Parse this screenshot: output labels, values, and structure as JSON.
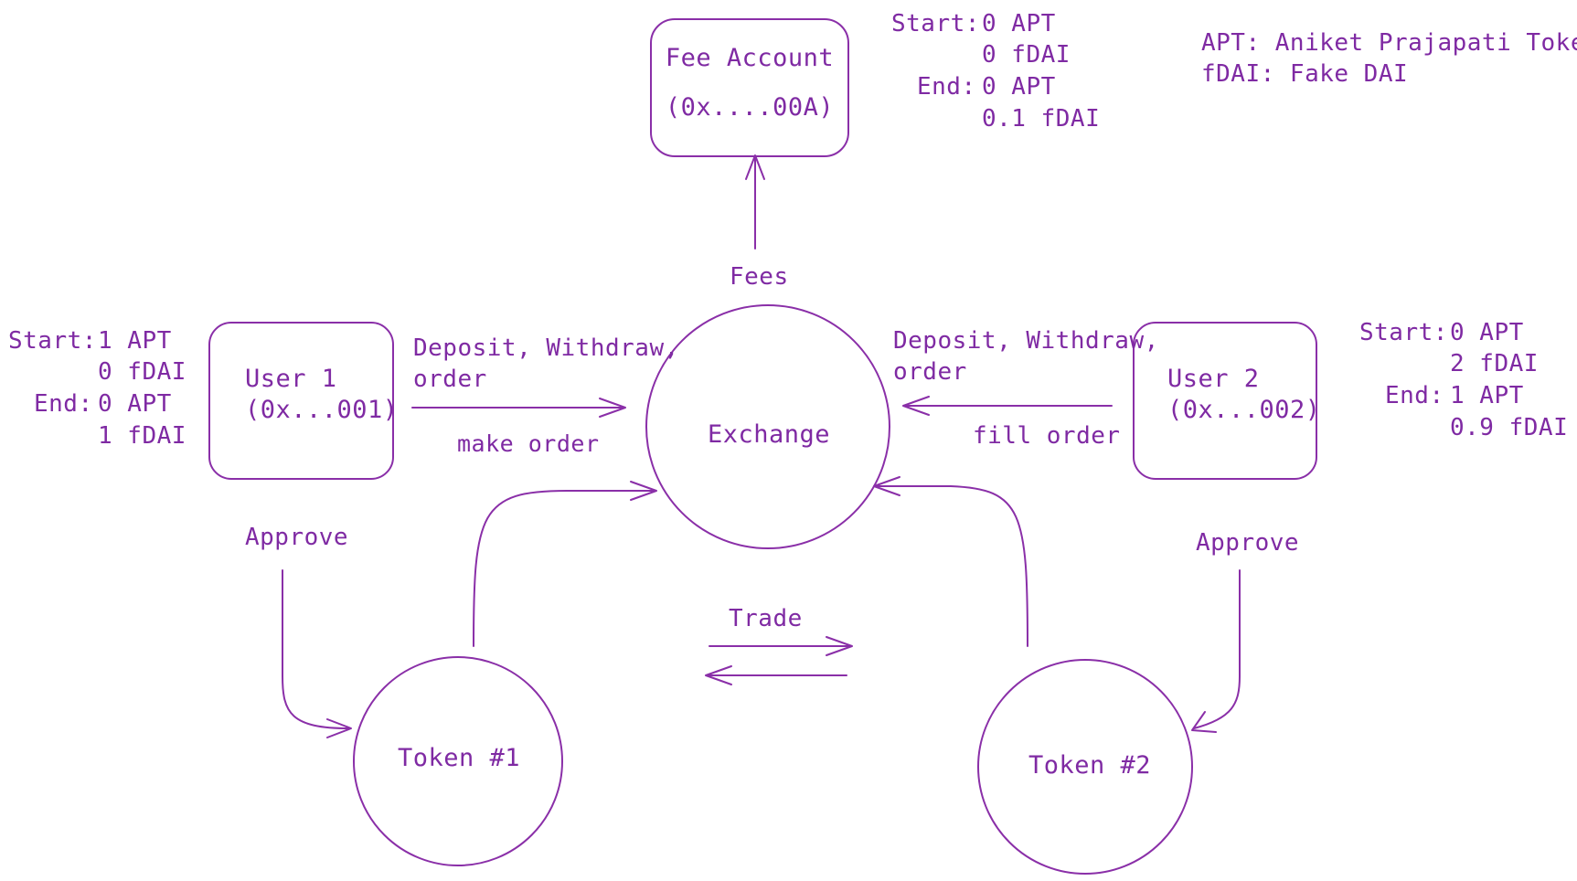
{
  "colors": {
    "ink": "#8a2fa8",
    "text": "#7f2aa3",
    "background": "#ffffff"
  },
  "legend": {
    "apt": "APT: Aniket Prajapati Token",
    "fdai": "fDAI: Fake DAI"
  },
  "fee_account": {
    "title": "Fee Account",
    "address": "(0x....00A)",
    "balances": {
      "start_label": "Start:",
      "start_apt": "0 APT",
      "start_fdai": "0 fDAI",
      "end_label": "End:",
      "end_apt": "0 APT",
      "end_fdai": "0.1 fDAI"
    }
  },
  "user1": {
    "name": "User 1",
    "address": "(0x...001)",
    "balances": {
      "start_label": "Start:",
      "start_apt": "1 APT",
      "start_fdai": "0 fDAI",
      "end_label": "End:",
      "end_apt": "0 APT",
      "end_fdai": "1 fDAI"
    }
  },
  "user2": {
    "name": "User 2",
    "address": "(0x...002)",
    "balances": {
      "start_label": "Start:",
      "start_apt": "0 APT",
      "start_fdai": "2 fDAI",
      "end_label": "End:",
      "end_apt": "1 APT",
      "end_fdai": "0.9 fDAI"
    }
  },
  "exchange": {
    "label": "Exchange"
  },
  "tokens": {
    "token1": "Token #1",
    "token2": "Token #2"
  },
  "edges": {
    "fees": "Fees",
    "user1_actions_line1": "Deposit, Withdraw,",
    "user1_actions_line2": "order",
    "user1_make_order": "make order",
    "user2_actions_line1": "Deposit, Withdraw,",
    "user2_actions_line2": "order",
    "user2_fill_order": "fill order",
    "approve_left": "Approve",
    "approve_right": "Approve",
    "trade": "Trade"
  }
}
